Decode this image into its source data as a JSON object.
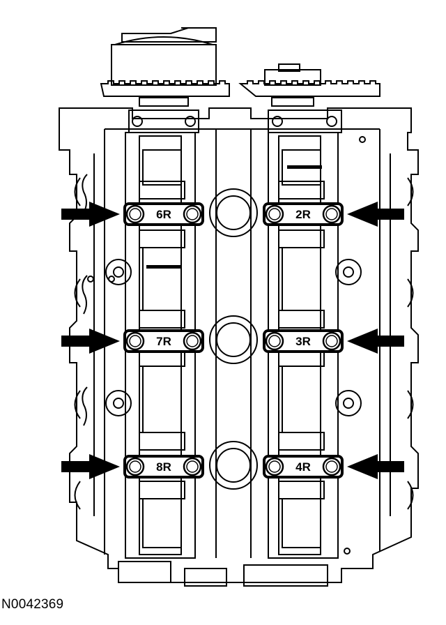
{
  "figure_id": "N0042369",
  "bearing_caps": [
    {
      "label": "6R"
    },
    {
      "label": "2R"
    },
    {
      "label": "7R"
    },
    {
      "label": "3R"
    },
    {
      "label": "8R"
    },
    {
      "label": "4R"
    }
  ],
  "arrow_count": 6
}
